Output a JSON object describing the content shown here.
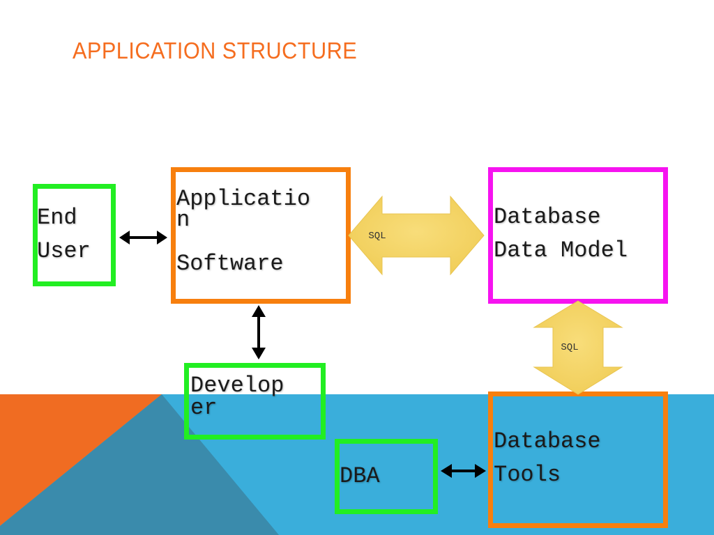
{
  "slide": {
    "title": "APPLICATION STRUCTURE"
  },
  "boxes": {
    "end_user": {
      "line1": "End",
      "line2": "User"
    },
    "application_software": {
      "line1": "Applicatio",
      "line2": "n",
      "line3": "Software"
    },
    "database_data_model": {
      "line1": "Database",
      "line2": "Data Model"
    },
    "developer": {
      "line1": "Develop",
      "line2": "er"
    },
    "dba": {
      "line1": "DBA"
    },
    "database_tools": {
      "line1": "Database",
      "line2": "Tools"
    }
  },
  "connectors": {
    "sql_horizontal": "SQL",
    "sql_vertical": "SQL"
  },
  "colors": {
    "title": "#F56D1F",
    "green_border": "#22EE22",
    "orange_border": "#F77F0E",
    "magenta_border": "#F613F0",
    "sql_arrow": "#F5D565",
    "band_blue": "#3AAEDB",
    "band_orange": "#F06C22"
  }
}
